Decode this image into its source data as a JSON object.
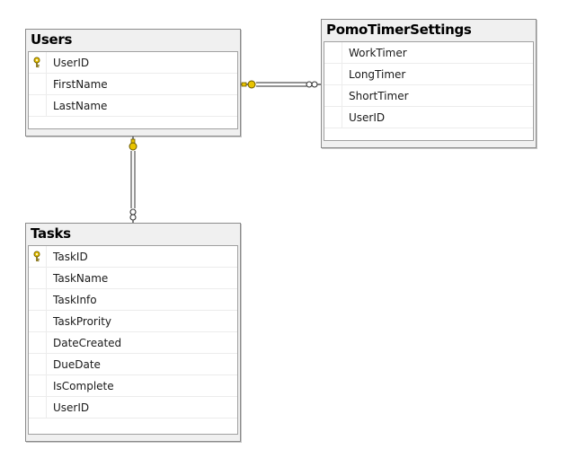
{
  "tables": {
    "users": {
      "title": "Users",
      "columns": [
        {
          "name": "UserID",
          "primary_key": true
        },
        {
          "name": "FirstName",
          "primary_key": false
        },
        {
          "name": "LastName",
          "primary_key": false
        }
      ]
    },
    "pomo": {
      "title": "PomoTimerSettings",
      "columns": [
        {
          "name": "WorkTimer",
          "primary_key": false
        },
        {
          "name": "LongTimer",
          "primary_key": false
        },
        {
          "name": "ShortTimer",
          "primary_key": false
        },
        {
          "name": "UserID",
          "primary_key": false
        }
      ]
    },
    "tasks": {
      "title": "Tasks",
      "columns": [
        {
          "name": "TaskID",
          "primary_key": true
        },
        {
          "name": "TaskName",
          "primary_key": false
        },
        {
          "name": "TaskInfo",
          "primary_key": false
        },
        {
          "name": "TaskPrority",
          "primary_key": false
        },
        {
          "name": "DateCreated",
          "primary_key": false
        },
        {
          "name": "DueDate",
          "primary_key": false
        },
        {
          "name": "IsComplete",
          "primary_key": false
        },
        {
          "name": "UserID",
          "primary_key": false
        }
      ]
    }
  },
  "relationships": [
    {
      "from": "users",
      "to": "pomo",
      "one_end": "key-icon",
      "many_end": "infinity-icon"
    },
    {
      "from": "users",
      "to": "tasks",
      "one_end": "key-icon",
      "many_end": "infinity-icon"
    }
  ],
  "colors": {
    "key_gold": "#e8c300",
    "table_header_bg": "#f0f0f0",
    "connector_line": "#555555"
  }
}
